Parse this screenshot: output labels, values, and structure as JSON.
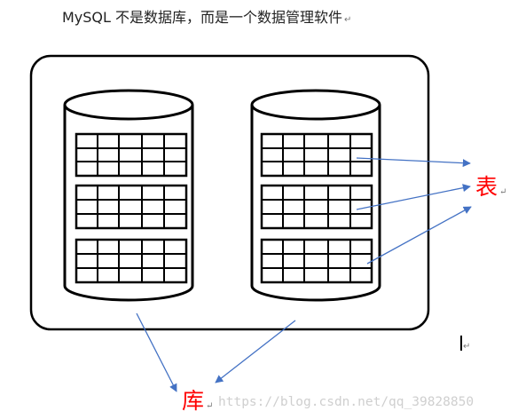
{
  "heading": {
    "text": "MySQL 不是数据库，而是一个数据管理软件",
    "pilcrow": "↵"
  },
  "labels": {
    "table": "表",
    "database": "库",
    "pilcrow": "↵"
  },
  "watermark": "https://blog.csdn.net/qq_39828850",
  "colors": {
    "outline": "#000000",
    "arrow": "#4472c4",
    "label": "#ff0000",
    "watermark": "#cfcfcf"
  }
}
